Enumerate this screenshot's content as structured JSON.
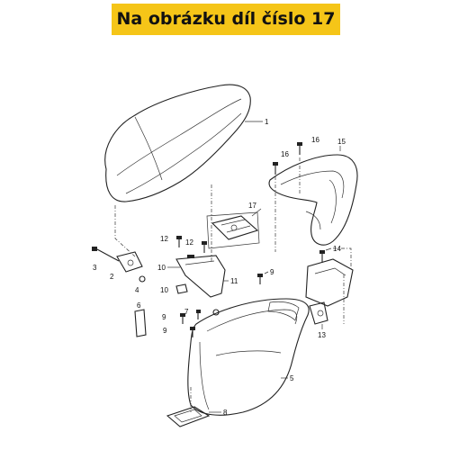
{
  "banner": {
    "text": "Na obrázku díl číslo 17",
    "color": "#f5c518"
  },
  "callouts": [
    "1",
    "2",
    "3",
    "4",
    "5",
    "6",
    "7",
    "8",
    "9",
    "9",
    "9",
    "10",
    "10",
    "11",
    "12",
    "12",
    "13",
    "14",
    "15",
    "16",
    "16",
    "17"
  ]
}
